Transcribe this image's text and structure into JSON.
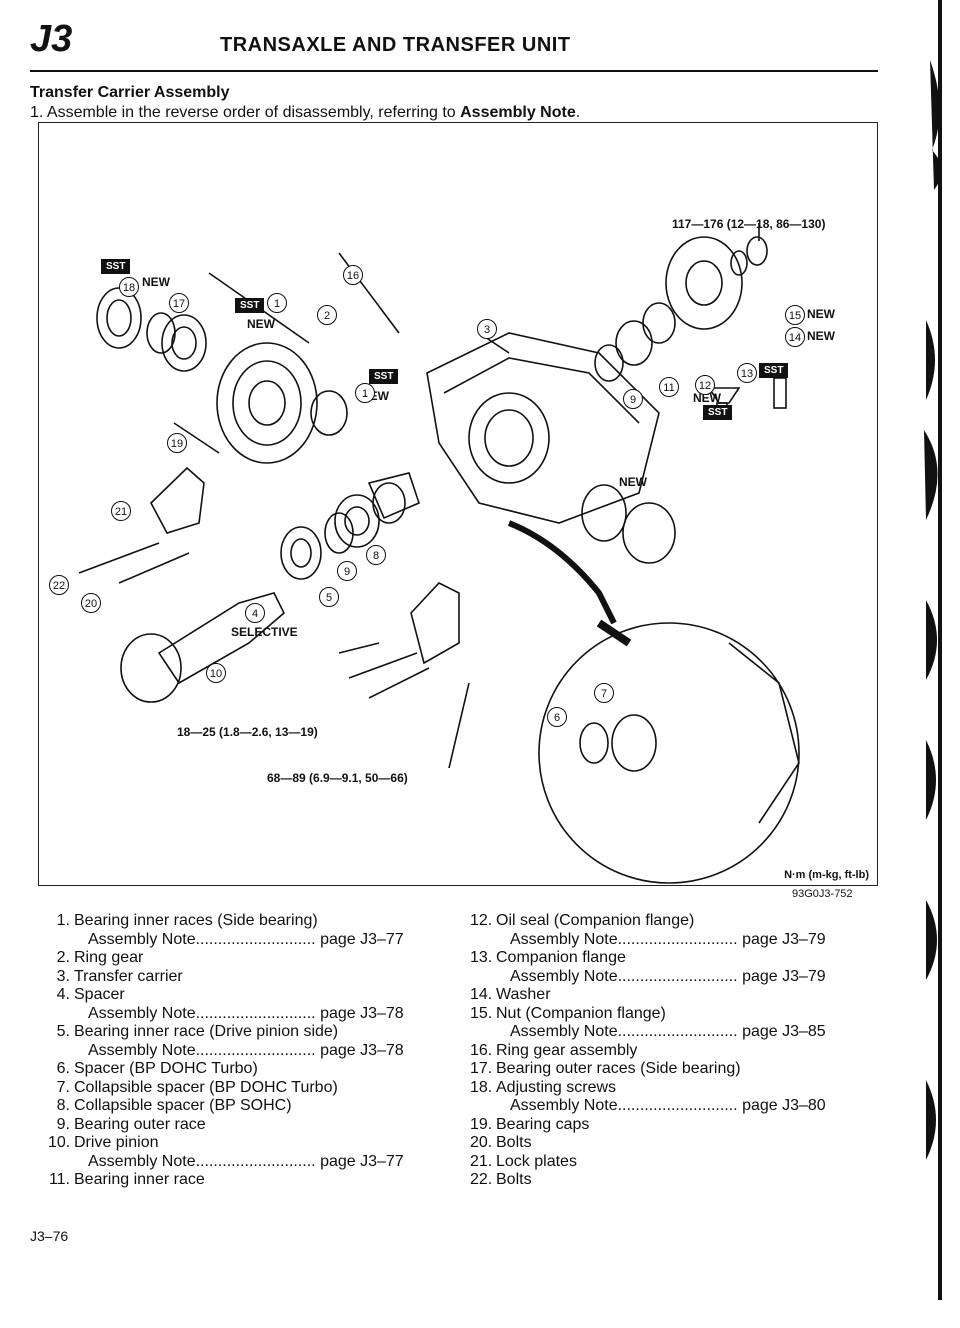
{
  "header": {
    "code": "J3",
    "title": "TRANSAXLE AND TRANSFER UNIT"
  },
  "section": {
    "title": "Transfer Carrier Assembly",
    "step_prefix": "1. Assemble in the reverse order of disassembly, referring to",
    "step_bold": "Assembly Note",
    "step_suffix": "."
  },
  "figure": {
    "torque_top": "117—176 (12—18, 86—130)",
    "torque_bolt": "18—25 (1.8—2.6, 13—19)",
    "torque_mid": "68—89 (6.9—9.1, 50—66)",
    "units": "N·m (m-kg, ft-lb)",
    "code": "93G0J3-752",
    "tag_new": "NEW",
    "tag_sst": "SST",
    "tag_selective": "SELECTIVE"
  },
  "legend": {
    "left": [
      {
        "n": "1.",
        "t": "Bearing inner races (Side bearing)"
      },
      {
        "ind": "Assembly Note........................... page J3–77"
      },
      {
        "n": "2.",
        "t": "Ring gear"
      },
      {
        "n": "3.",
        "t": "Transfer carrier"
      },
      {
        "n": "4.",
        "t": "Spacer"
      },
      {
        "ind": "Assembly Note........................... page J3–78"
      },
      {
        "n": "5.",
        "t": "Bearing inner race (Drive pinion side)"
      },
      {
        "ind": "Assembly Note........................... page J3–78"
      },
      {
        "n": "6.",
        "t": "Spacer (BP DOHC Turbo)"
      },
      {
        "n": "7.",
        "t": "Collapsible spacer (BP DOHC Turbo)"
      },
      {
        "n": "8.",
        "t": "Collapsible spacer (BP SOHC)"
      },
      {
        "n": "9.",
        "t": "Bearing outer race"
      },
      {
        "n": "10.",
        "t": "Drive pinion"
      },
      {
        "ind": "Assembly Note........................... page J3–77"
      },
      {
        "n": "11.",
        "t": "Bearing inner race"
      }
    ],
    "right": [
      {
        "n": "12.",
        "t": "Oil seal (Companion flange)"
      },
      {
        "ind": "Assembly Note........................... page J3–79"
      },
      {
        "n": "13.",
        "t": "Companion flange"
      },
      {
        "ind": "Assembly Note........................... page J3–79"
      },
      {
        "n": "14.",
        "t": "Washer"
      },
      {
        "n": "15.",
        "t": "Nut (Companion flange)"
      },
      {
        "ind": "Assembly Note........................... page J3–85"
      },
      {
        "n": "16.",
        "t": "Ring gear assembly"
      },
      {
        "n": "17.",
        "t": "Bearing outer races (Side bearing)"
      },
      {
        "n": "18.",
        "t": "Adjusting screws"
      },
      {
        "ind": "Assembly Note........................... page J3–80"
      },
      {
        "n": "19.",
        "t": "Bearing caps"
      },
      {
        "n": "20.",
        "t": "Bolts"
      },
      {
        "n": "21.",
        "t": "Lock plates"
      },
      {
        "n": "22.",
        "t": "Bolts"
      }
    ]
  },
  "footer": {
    "page": "J3–76"
  }
}
